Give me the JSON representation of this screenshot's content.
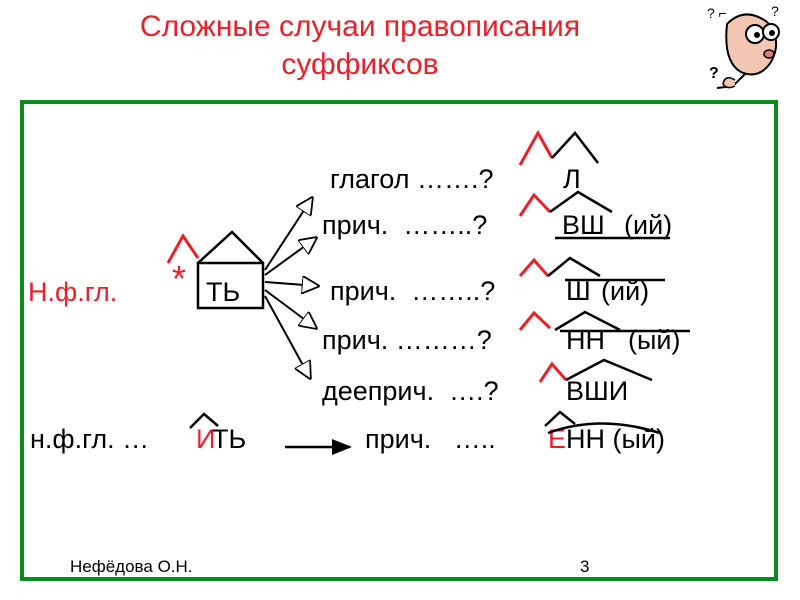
{
  "title": {
    "line1": "Сложные случаи правописания",
    "line2": "суффиксов"
  },
  "left": {
    "nfgl": "Н.ф.гл.",
    "star": "*",
    "box_label": "ТЬ"
  },
  "rows": {
    "r1": {
      "lead": "глагол …….?",
      "suffix": "Л",
      "tail": ""
    },
    "r2": {
      "lead": "прич.  ……..?",
      "suffix": "ВШ",
      "tail": "(ий)"
    },
    "r3": {
      "lead": "прич.  ……..?",
      "suffix": "Ш",
      "tail": "(ий)"
    },
    "r4": {
      "lead": "прич. ………?",
      "suffix": "НН",
      "tail": "(ый)"
    },
    "r5": {
      "lead": "дееприч.  ….?",
      "suffix": "ВШИ",
      "tail": ""
    }
  },
  "bottom": {
    "lead": "н.ф.гл. …",
    "red1": "И",
    "rest1": "ТЬ",
    "mid": "прич.   …..",
    "red2": "Е",
    "rest2": "НН (ый)"
  },
  "footer": {
    "author": "Нефёдова О.Н.",
    "page": "3"
  },
  "colors": {
    "accent": "#e8202a",
    "frame": "#0d8a1e",
    "text": "#000000"
  },
  "icons": {
    "mascot": "confused-face-icon"
  }
}
